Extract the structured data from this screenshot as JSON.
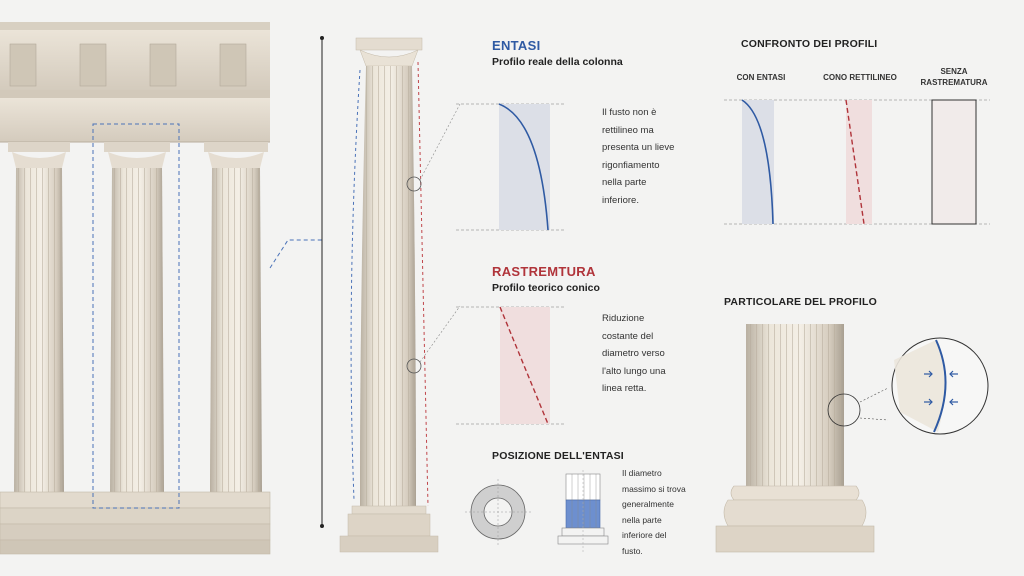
{
  "entasi": {
    "title": "ENTASI",
    "subtitle": "Profilo reale della colonna",
    "description_lines": [
      "Il fusto non è",
      "rettilineo ma",
      "presenta un lieve",
      "rigonfiamento",
      "nella parte",
      "inferiore."
    ]
  },
  "rastremtura": {
    "title": "RASTREMTURA",
    "subtitle": "Profilo teorico conico",
    "description_lines": [
      "Riduzione",
      "costante del",
      "diametro verso",
      "l'alto lungo una",
      "linea retta."
    ]
  },
  "posizione": {
    "title": "POSIZIONE DELL'ENTASI",
    "description_lines": [
      "Il diametro",
      "massimo si trova",
      "generalmente",
      "nella parte",
      "inferiore del",
      "fusto."
    ]
  },
  "confronto": {
    "title": "CONFRONTO DEI PROFILI",
    "columns": [
      {
        "label_lines": [
          "CON ENTASI"
        ]
      },
      {
        "label_lines": [
          "CONO RETTILINEO"
        ]
      },
      {
        "label_lines": [
          "SENZA",
          "RASTREMATURA"
        ]
      }
    ]
  },
  "particolare": {
    "title": "PARTICOLARE DEL PROFILO"
  },
  "colors": {
    "entasi_blue": "#2f5aa3",
    "rastremtura_red": "#b0343a",
    "marble": "#e8e1d5"
  }
}
